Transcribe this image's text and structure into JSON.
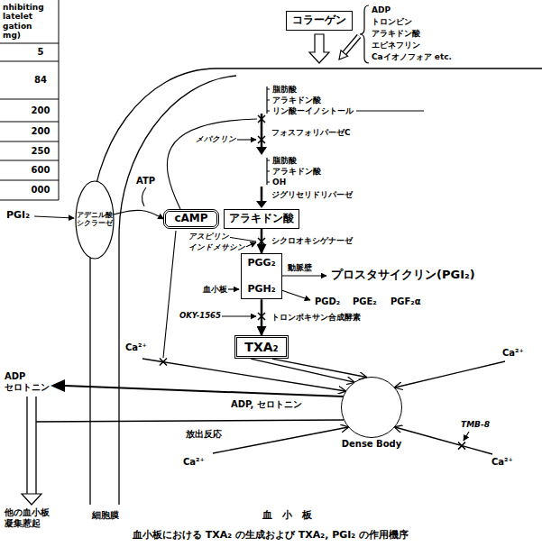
{
  "diagram": {
    "caption": "血小板における TXA₂ の生成および TXA₂, PGI₂ の作用機序",
    "nodes": [
      {
        "text": [
          "コラーゲン"
        ]
      },
      {
        "text": [
          "アデニル酸 シクラーゼ"
        ]
      },
      {
        "text": [
          "cAMP"
        ]
      },
      {
        "text": [
          "アラキドン酸"
        ]
      },
      {
        "text": [
          "PGG₂",
          "PGH₂"
        ]
      },
      {
        "text": [
          "TXA₂"
        ]
      },
      {
        "text": [
          "Dense Body"
        ]
      }
    ],
    "edges": [
      {
        "from": 1,
        "to": 2,
        "arrow": "to"
      },
      {
        "from": 3,
        "to": 4,
        "arrow": "to"
      },
      {
        "from": 4,
        "to": 5,
        "arrow": "to"
      },
      {
        "from": 5,
        "to": 6,
        "arrow": "to"
      },
      {
        "from": 5,
        "to": 6,
        "arrow": "to"
      }
    ],
    "labels": [
      "nhibiting latelet gation mg)",
      "5",
      "84",
      "200",
      "200",
      "250",
      "600",
      "000",
      "ADP",
      "トロンビン",
      "アラキドン酸",
      "エピネフリン",
      "Caイオノフォア etc.",
      "脂肪酸",
      "アラキドン酸",
      "リン酸ーイノシトール",
      "メパクリン",
      "フォスフォリパーゼC",
      "脂肪酸",
      "アラキドン酸",
      "OH",
      "ジグリセリドリパーゼ",
      "ATP",
      "PGI₂",
      "アスピリン",
      "インドメサシン",
      "シクロオキシゲナーゼ",
      "動脈壁",
      "プロスタサイクリン(PGI₂)",
      "血小板",
      "PGD₂",
      "PGE₂",
      "PGF₂α",
      "OKY-1565",
      "トロンボキサン合成酵素",
      "Ca²⁺",
      "Ca²⁺",
      "ADP セロトニン",
      "ADP, セロトニン",
      "TMB-8",
      "放出反応",
      "Ca²⁺",
      "Ca²⁺",
      "他の血小板 凝集惹起",
      "細胞膜",
      "血　小　板"
    ]
  }
}
